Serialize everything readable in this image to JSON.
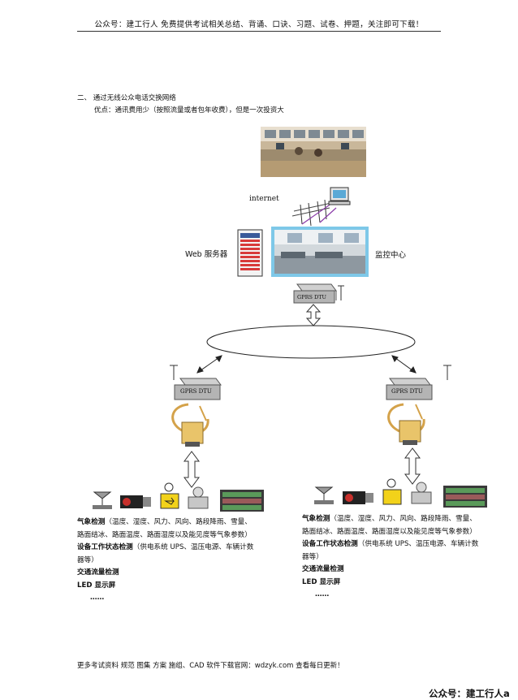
{
  "header": {
    "text": "公众号：建工行人 免费提供考试相关总结、背诵、口诀、习题、试卷、押题，关注即可下载！"
  },
  "section": {
    "title": "二、  通过无线公众电话交换网络",
    "note": "优点：通讯费用少（按照流量或者包年收费），但是一次投资大"
  },
  "diagram": {
    "internet_label": "internet",
    "web_server_label": "Web 服务器",
    "monitor_center_label": "监控中心",
    "dtu_top_label": "GPRS DTU",
    "dtu_left_label": "GPRS DTU",
    "dtu_right_label": "GPRS DTU"
  },
  "left_block": {
    "line1_bold": "气象检测",
    "line1_rest": "（温度、湿度、风力、风向、路段降雨、雪量、",
    "line2": "路面结冰、路面温度、路面湿度以及能见度等气象参数）",
    "line3_bold": "设备工作状态检测",
    "line3_rest": "（供电系统 UPS、温压电源、车辆计数",
    "line4": "器等）",
    "line5": "交通流量检测",
    "line6": "LED 显示屏",
    "line7": "……"
  },
  "right_block": {
    "line1_bold": "气象检测",
    "line1_rest": "（温度、湿度、风力、风向、路段降雨、雪量、",
    "line2": "路面结冰、路面温度、路面湿度以及能见度等气象参数）",
    "line3_bold": "设备工作状态检测",
    "line3_rest": "（供电系统 UPS、温压电源、车辆计数",
    "line4": "器等）",
    "line5": "交通流量检测",
    "line6": "LED 显示屏",
    "line7": "……"
  },
  "footer": {
    "text": "更多考试资料 规范 图集 方案 施组、CAD 软件下载官网：wdzyk.com 查看每日更新！",
    "brand": "公众号：建工行人a"
  },
  "colors": {
    "arrow_fill": "#ffffff",
    "monitor_frame": "#7ec8e8",
    "server_red": "#d83a3a",
    "dtu_gray": "#a8a8a8"
  }
}
